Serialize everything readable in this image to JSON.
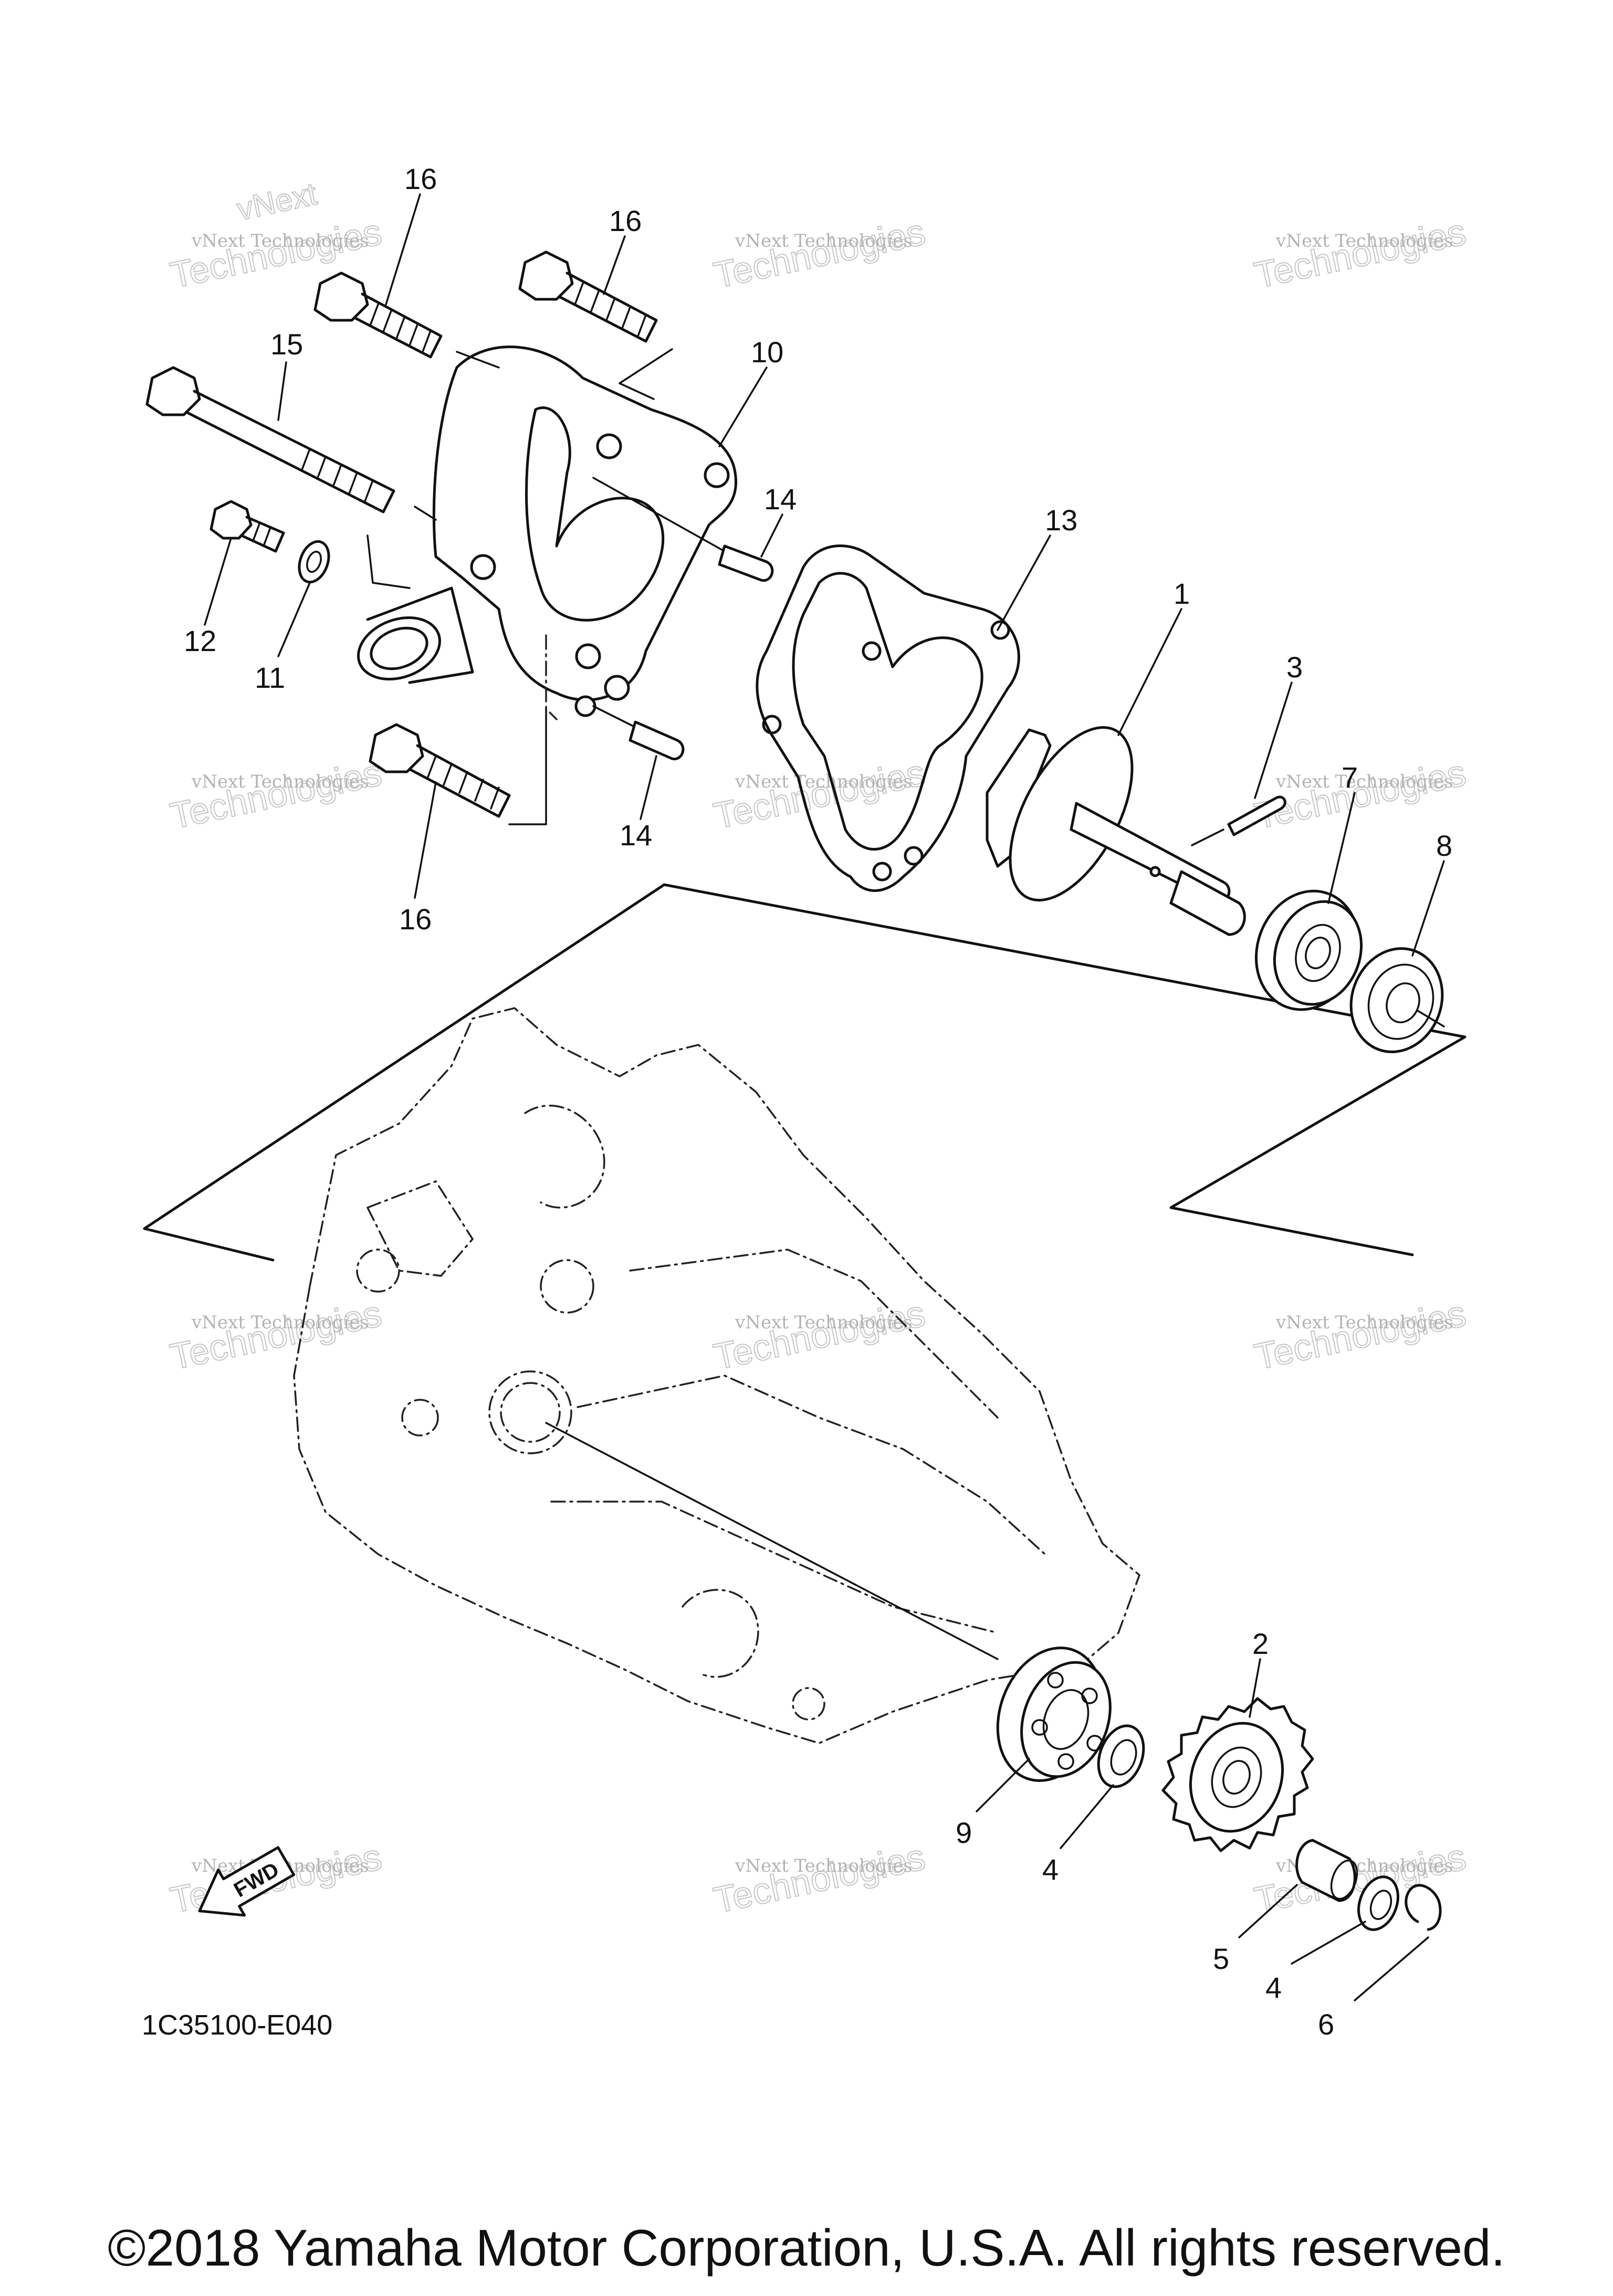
{
  "figure_code": "1C35100-E040",
  "fwd_label": "FWD",
  "copyright": "©2018 Yamaha Motor Corporation, U.S.A. All rights reserved.",
  "watermark": {
    "line1": "vNext",
    "line2": "Technologies",
    "line3": "vNext Technologies"
  },
  "callouts": {
    "c1": "1",
    "c2": "2",
    "c3": "3",
    "c4a": "4",
    "c4b": "4",
    "c5": "5",
    "c6": "6",
    "c7": "7",
    "c8": "8",
    "c9": "9",
    "c10": "10",
    "c11": "11",
    "c12": "12",
    "c13": "13",
    "c14a": "14",
    "c14b": "14",
    "c15": "15",
    "c16a": "16",
    "c16b": "16",
    "c16c": "16"
  }
}
